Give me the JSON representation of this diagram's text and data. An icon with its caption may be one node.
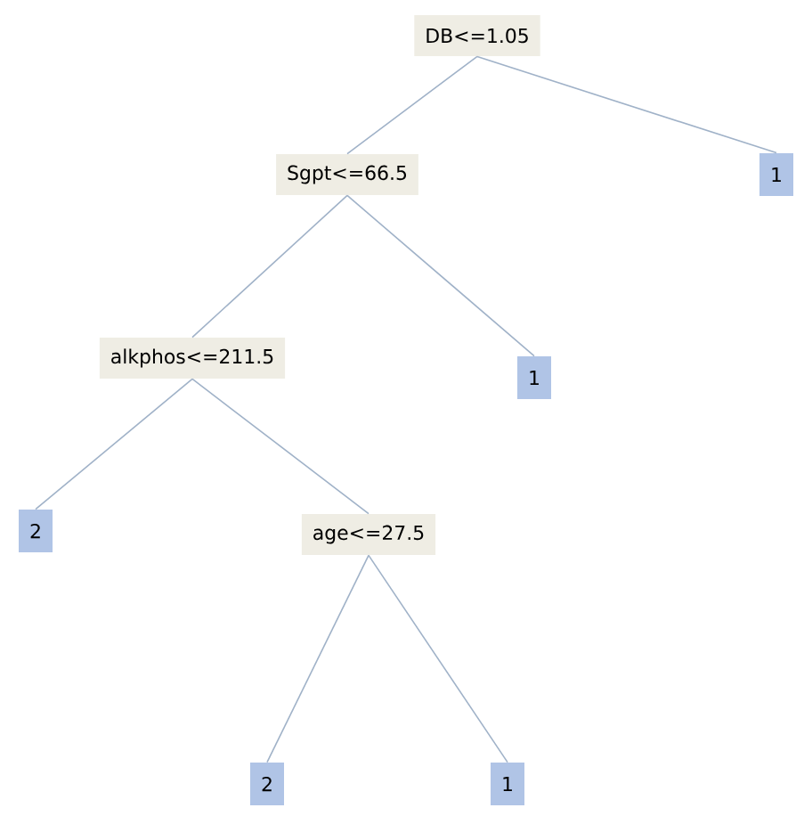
{
  "diagram": {
    "nodes": [
      {
        "text": [
          "DB<=1.05"
        ]
      },
      {
        "text": [
          "Sgpt<=66.5"
        ]
      },
      {
        "text": [
          "1"
        ]
      },
      {
        "text": [
          "alkphos<=211.5"
        ]
      },
      {
        "text": [
          "1"
        ]
      },
      {
        "text": [
          "2"
        ]
      },
      {
        "text": [
          "age<=27.5"
        ]
      },
      {
        "text": [
          "2"
        ]
      },
      {
        "text": [
          "1"
        ]
      }
    ],
    "edges": [
      {
        "from": 0,
        "to": 1,
        "arrow": "none"
      },
      {
        "from": 0,
        "to": 2,
        "arrow": "none"
      },
      {
        "from": 1,
        "to": 3,
        "arrow": "none"
      },
      {
        "from": 1,
        "to": 4,
        "arrow": "none"
      },
      {
        "from": 3,
        "to": 5,
        "arrow": "none"
      },
      {
        "from": 3,
        "to": 6,
        "arrow": "none"
      },
      {
        "from": 6,
        "to": 7,
        "arrow": "none"
      },
      {
        "from": 6,
        "to": 8,
        "arrow": "none"
      }
    ]
  }
}
